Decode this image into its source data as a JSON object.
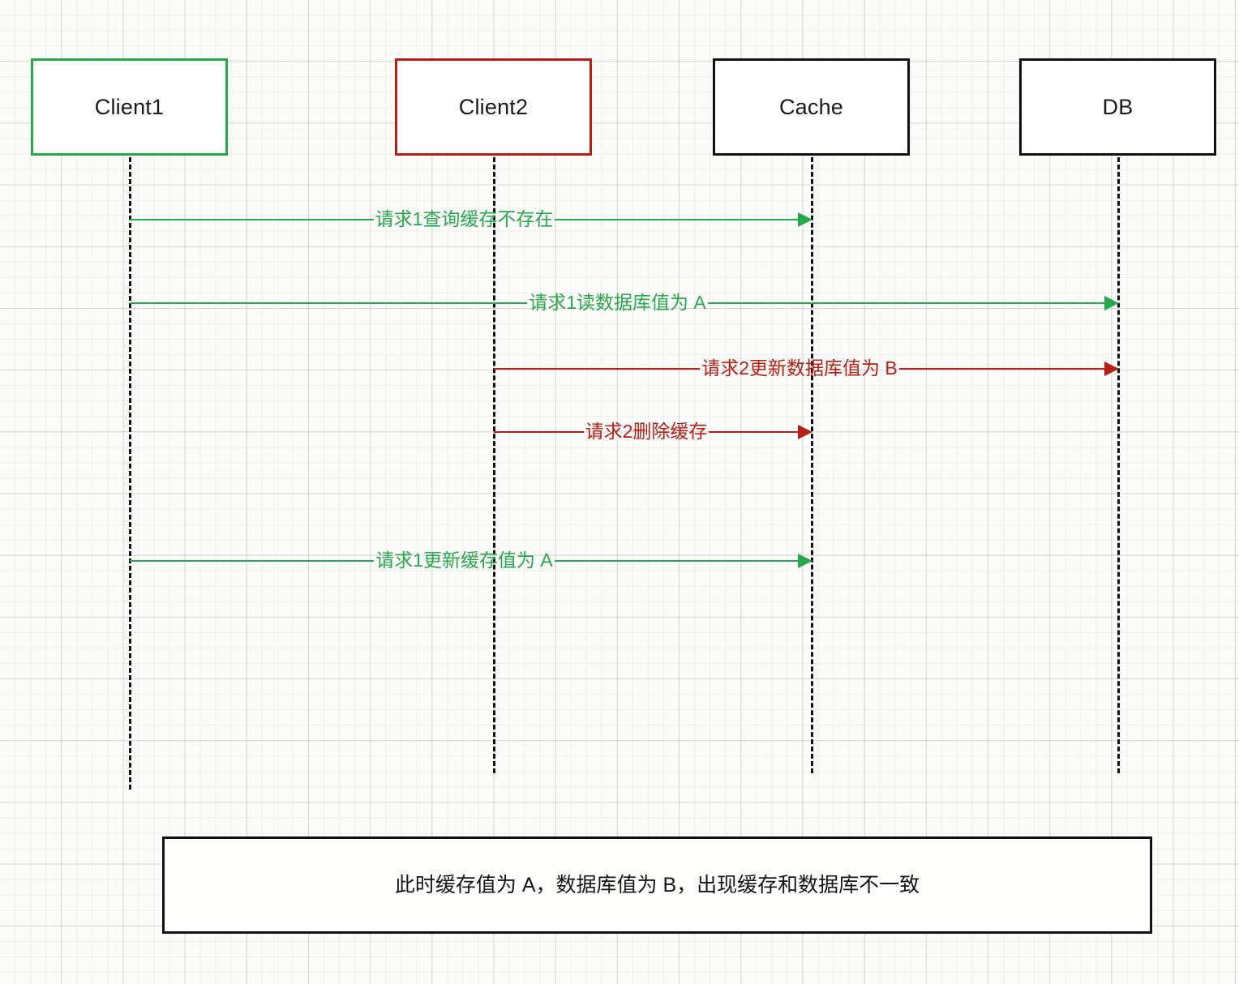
{
  "diagram": {
    "type": "sequence-diagram",
    "colors": {
      "green": "#27a84c",
      "red": "#b51f15",
      "black": "#111111",
      "background": "#fbfbf9"
    },
    "participants": [
      {
        "id": "client1",
        "label": "Client1",
        "border_color": "#27a84c"
      },
      {
        "id": "client2",
        "label": "Client2",
        "border_color": "#b51f15"
      },
      {
        "id": "cache",
        "label": "Cache",
        "border_color": "#111111"
      },
      {
        "id": "db",
        "label": "DB",
        "border_color": "#111111"
      }
    ],
    "messages": [
      {
        "index": 1,
        "label": "请求1查询缓存不存在",
        "from": "client1",
        "to": "cache",
        "color": "green"
      },
      {
        "index": 2,
        "label": "请求1读数据库值为 A",
        "from": "client1",
        "to": "db",
        "color": "green"
      },
      {
        "index": 3,
        "label": "请求2更新数据库值为 B",
        "from": "client2",
        "to": "db",
        "color": "red"
      },
      {
        "index": 4,
        "label": "请求2删除缓存",
        "from": "client2",
        "to": "cache",
        "color": "red"
      },
      {
        "index": 5,
        "label": "请求1更新缓存值为 A",
        "from": "client1",
        "to": "cache",
        "color": "green"
      }
    ],
    "note": {
      "text": "此时缓存值为 A，数据库值为 B，出现缓存和数据库不一致"
    }
  }
}
